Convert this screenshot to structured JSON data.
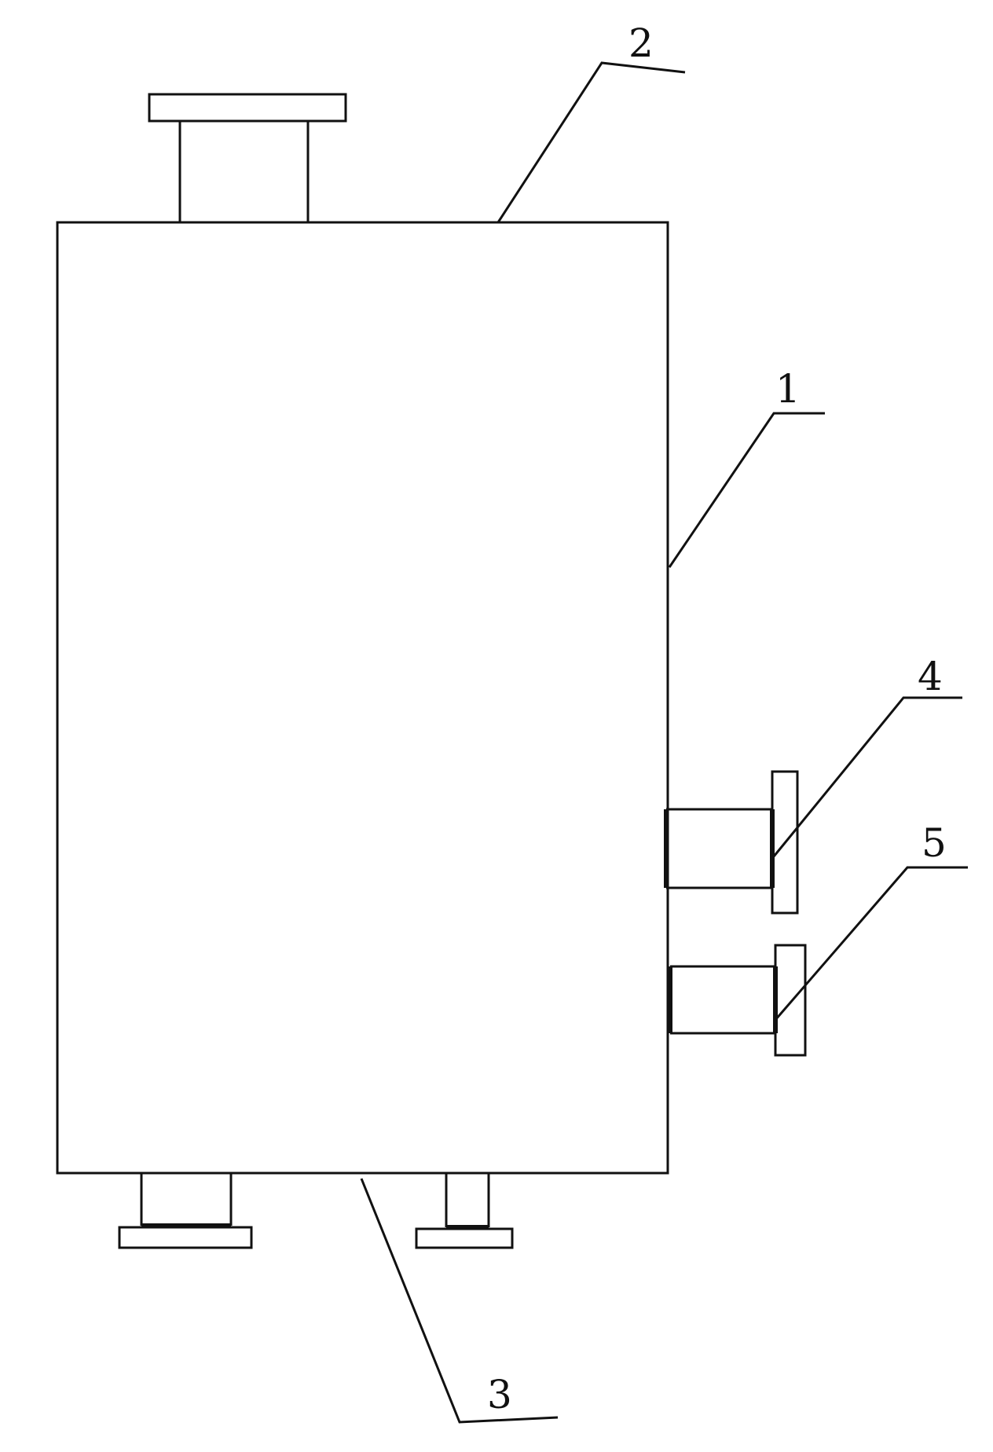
{
  "labels": {
    "part_1": "1",
    "part_2": "2",
    "part_3": "3",
    "part_4": "4",
    "part_5": "5"
  },
  "colors": {
    "line": "#111111",
    "background": "#ffffff"
  }
}
